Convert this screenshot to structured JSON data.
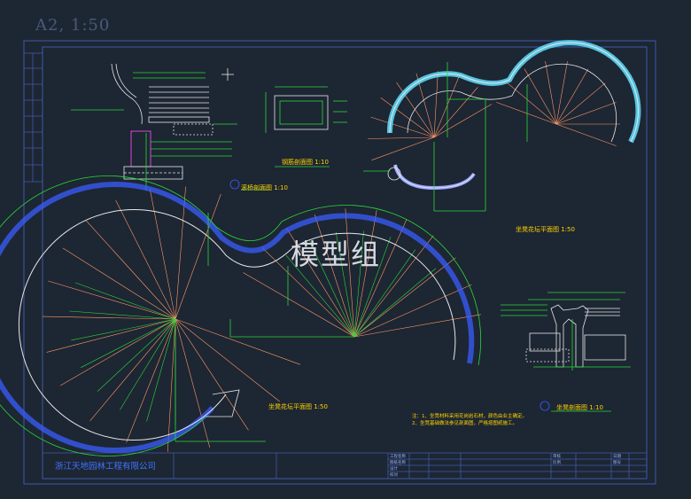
{
  "drawing": {
    "sheet_scale": "A2,   1:50",
    "watermark": "模型组",
    "company": "浙江天地园林工程有限公司"
  },
  "colors": {
    "background": "#1d2633",
    "frame": "#3f5aa8",
    "geometry_white": "#e8e8e8",
    "construction_green": "#29d93a",
    "radial_orange": "#ff9966",
    "edge_blue": "#3a5dff",
    "cyan": "#5fe0ff",
    "label_yellow": "#ffd400"
  },
  "labels": {
    "section_detail": "滚桥剖面图 1:10",
    "rebar_section": "钢筋剖面图 1:10",
    "upper_plan": "坐凳花坛平面图 1:50",
    "lower_plan": "坐凳花坛平面图 1:50",
    "small_section": "坐凳剖面图 1:10"
  },
  "notes": [
    "注：1、坐凳材料采用花岗岩石材，颜色由业主确定。",
    "    2、坐凳基础做法参见剖面图，严格按图纸施工。"
  ],
  "title_block": {
    "cells": [
      "工程名称",
      "图纸名称",
      "设计",
      "校对",
      "审核",
      "比例",
      "日期",
      "图号"
    ]
  }
}
